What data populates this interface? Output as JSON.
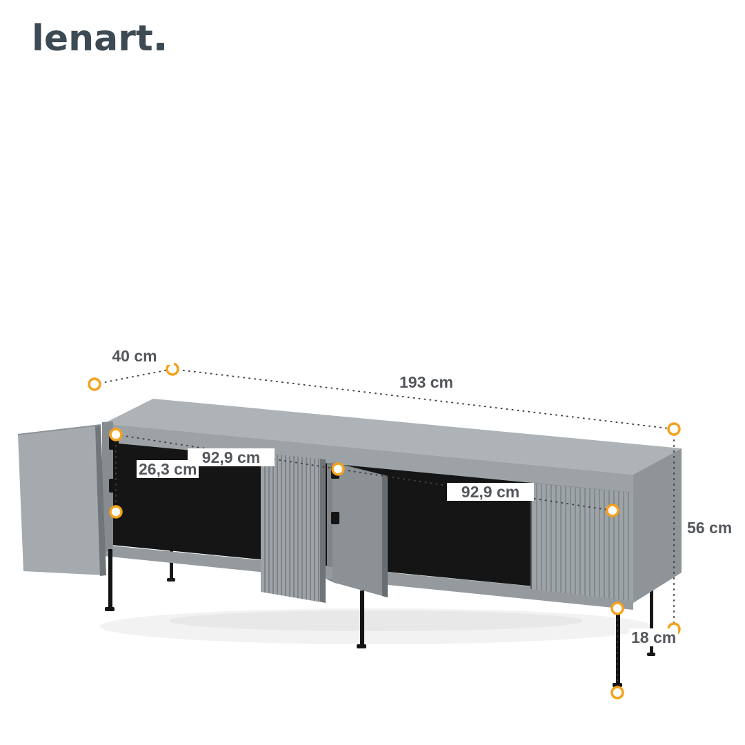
{
  "logo": {
    "text": "lenart",
    "dot": "."
  },
  "labels": {
    "depth": "40 cm",
    "width": "193 cm",
    "inner_height": "26,3 cm",
    "inner_width_left": "92,9 cm",
    "inner_width_right": "92,9 cm",
    "total_height": "56 cm",
    "leg_height": "18 cm"
  },
  "colors": {
    "accent_orange": "#F5A21B",
    "dimension_line": "#3C4146",
    "label_text": "#53575C",
    "logo_color": "#3D4A53",
    "cabinet_gray": "#9CA2A5",
    "cabinet_top_gray": "#ADB3B6",
    "interior_black": "#151515",
    "background": "#FFFFFF"
  }
}
